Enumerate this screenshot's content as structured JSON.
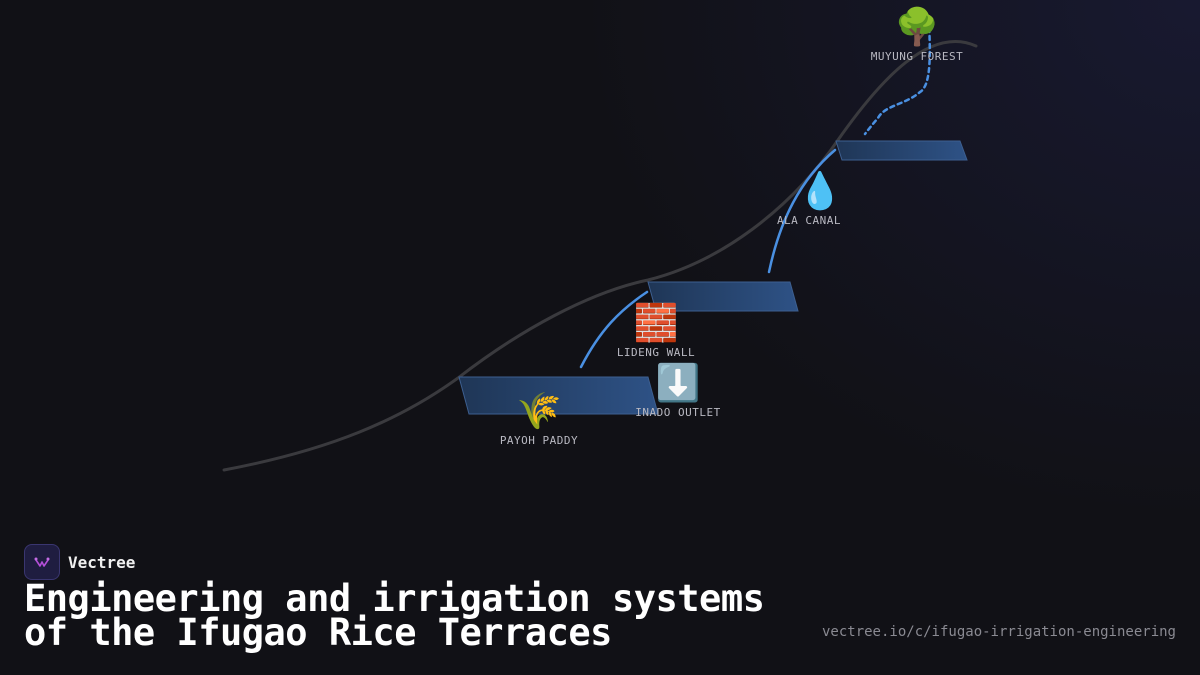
{
  "diagram": {
    "nodes": [
      {
        "id": "muyung",
        "emoji": "🌳",
        "label": "MUYUNG FOREST"
      },
      {
        "id": "ala",
        "emoji": "💧",
        "label": "ALA CANAL"
      },
      {
        "id": "lideng",
        "emoji": "🧱",
        "label": "LIDENG WALL"
      },
      {
        "id": "inado",
        "emoji": "⬇️",
        "label": "INADO OUTLET"
      },
      {
        "id": "payoh",
        "emoji": "🌾",
        "label": "PAYOH PADDY"
      }
    ],
    "colors": {
      "background": "#111116",
      "terrain": "#3a3a3e",
      "water": "#4a90e2",
      "terrace": "#2b4d7a"
    }
  },
  "brand": {
    "name": "Vectree"
  },
  "title": {
    "line1": "Engineering and irrigation systems",
    "line2": "of the Ifugao Rice Terraces"
  },
  "url": "vectree.io/c/ifugao-irrigation-engineering"
}
